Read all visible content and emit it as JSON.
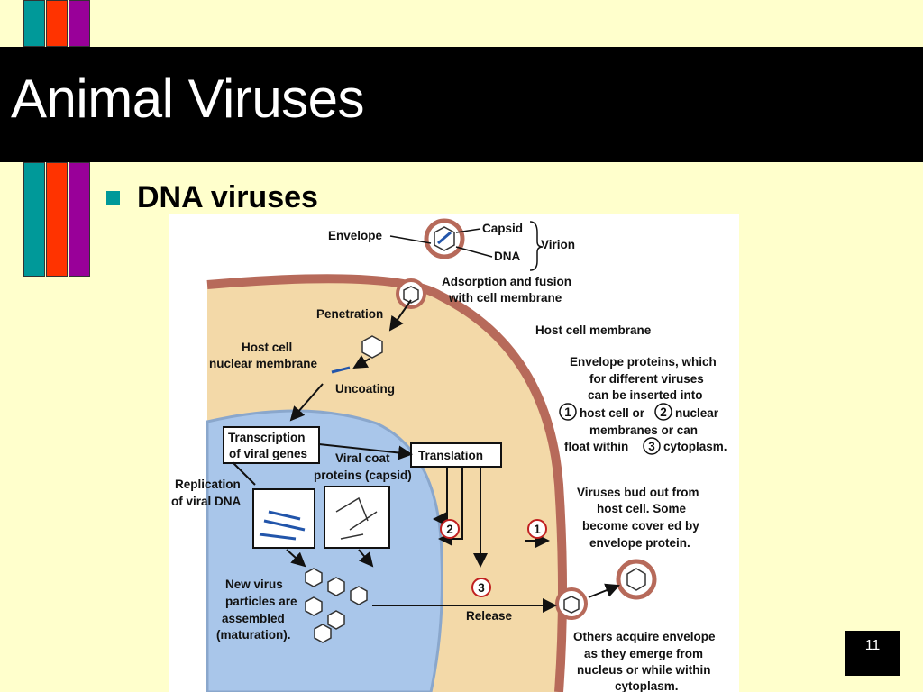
{
  "slide": {
    "title": "Animal Viruses",
    "bullet": "DNA viruses",
    "page_number": "11"
  },
  "colors": {
    "background": "#ffffcc",
    "title_band": "#000000",
    "stripe_teal": "#009999",
    "stripe_red": "#ff3300",
    "stripe_purple": "#990099",
    "cytoplasm": "#f3d9a8",
    "membrane": "#b76a5a",
    "nucleus": "#a9c6ea"
  },
  "diagram": {
    "envelope": "Envelope",
    "capsid": "Capsid",
    "dna": "DNA",
    "virion": "Virion",
    "adsorption_1": "Adsorption and fusion",
    "adsorption_2": "with cell membrane",
    "penetration": "Penetration",
    "host_cell_membrane": "Host cell membrane",
    "host_nuclear_1": "Host cell",
    "host_nuclear_2": "nuclear membrane",
    "uncoating": "Uncoating",
    "envelope_proteins": [
      "Envelope proteins, which",
      "for different viruses",
      "can be inserted into",
      "host cell or",
      "nuclear",
      "membranes or can",
      "float within",
      "cytoplasm."
    ],
    "transcription_1": "Transcription",
    "transcription_2": "of viral genes",
    "viral_coat_1": "Viral coat",
    "viral_coat_2": "proteins (capsid)",
    "translation": "Translation",
    "replication_1": "Replication",
    "replication_2": "of viral DNA",
    "bud_out": [
      "Viruses bud out from",
      "host cell. Some",
      "become cover ed by",
      "envelope protein."
    ],
    "new_virus": [
      "New virus",
      "particles are",
      "assembled",
      "(maturation)."
    ],
    "release": "Release",
    "others_acquire": [
      "Others acquire envelope",
      "as they emerge from",
      "nucleus or while within",
      "cytoplasm."
    ],
    "circle_1": "1",
    "circle_2": "2",
    "circle_3": "3"
  }
}
